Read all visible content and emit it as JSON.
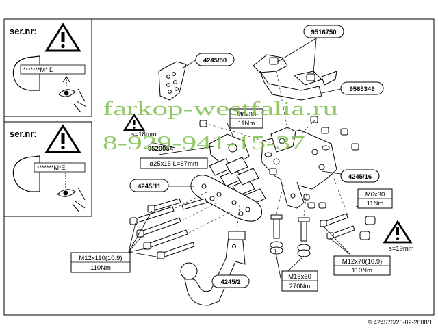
{
  "colors": {
    "line": "#000000",
    "watermark": "#7cc04a",
    "part": "#ffffff"
  },
  "panels": {
    "top": {
      "label": "ser.nr:",
      "code": "*******M* D",
      "icon": "warning-triangle-icon"
    },
    "bottom": {
      "label": "ser.nr:",
      "code": "*******M*E",
      "icon": "warning-triangle-icon"
    }
  },
  "watermark": {
    "site": "farkop-westfalia.ru",
    "phone": "8-929-941-15-37"
  },
  "callouts": {
    "p9516750": "9516750",
    "p9585349": "9585349",
    "p424550": "4245/50",
    "p424511": "4245/11",
    "p424516": "4245/16",
    "p42452": "4245/2",
    "p9520064": "9520064",
    "sleeve": "ø25x15 L=67mm",
    "s18": "s=18mm",
    "s19": "s=19mm",
    "m6_top_size": "M6x30",
    "m6_top_torque": "11Nm",
    "m6_right_size": "M6x30",
    "m6_right_torque": "11Nm",
    "m12x110_size": "M12x110(10.9)",
    "m12x110_torque": "110Nm",
    "m16_size": "M16x60",
    "m16_torque": "270Nm",
    "m12x70_size": "M12x70(10.9)",
    "m12x70_torque": "110Nm"
  },
  "footer": "© 424570/25-02-2008/1"
}
